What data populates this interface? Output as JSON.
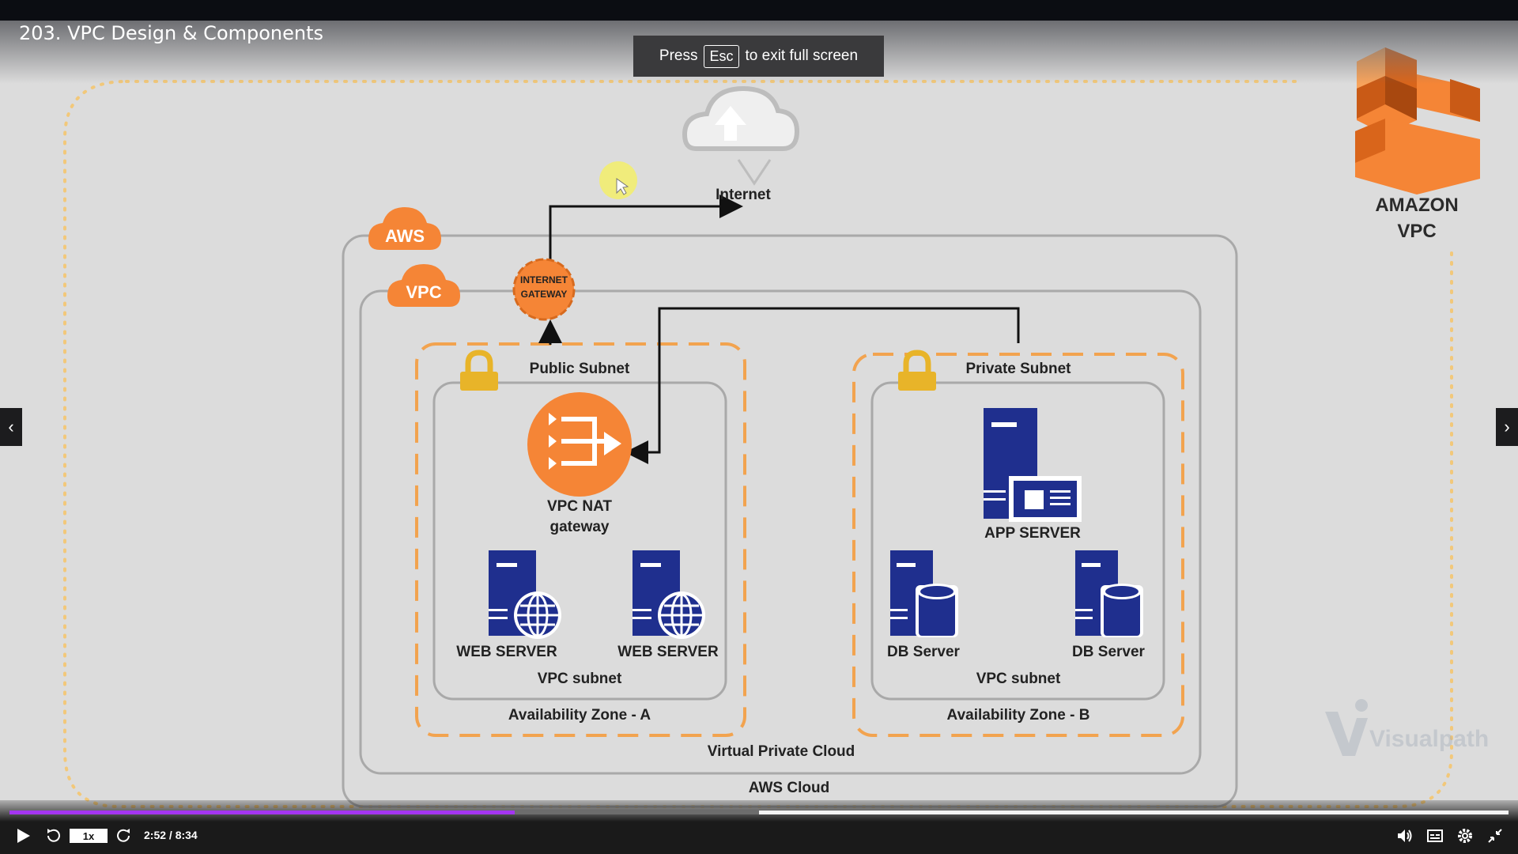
{
  "player": {
    "title": "203. VPC Design & Components",
    "fullscreen_toast": {
      "before": "Press",
      "key": "Esc",
      "after": "to exit full screen"
    },
    "prev_arrow": "‹",
    "next_arrow": "›",
    "playback_rate": "1x",
    "time": "2:52 / 8:34",
    "progress_played_fraction": 0.337,
    "progress_buffered_fraction": 0.5,
    "accent_color": "#a435f0"
  },
  "diagram": {
    "internet_label": "Internet",
    "aws_badge": "AWS",
    "vpc_badge": "VPC",
    "igw_label_line1": "INTERNET",
    "igw_label_line2": "GATEWAY",
    "public_subnet": "Public Subnet",
    "private_subnet": "Private Subnet",
    "nat_label_line1": "VPC NAT",
    "nat_label_line2": "gateway",
    "web_server_1": "WEB SERVER",
    "web_server_2": "WEB SERVER",
    "app_server": "APP SERVER",
    "db_server_1": "DB Server",
    "db_server_2": "DB Server",
    "vpc_subnet_a": "VPC subnet",
    "vpc_subnet_b": "VPC subnet",
    "az_a": "Availability Zone - A",
    "az_b": "Availability Zone - B",
    "virtual_private_cloud": "Virtual Private Cloud",
    "aws_cloud": "AWS Cloud",
    "brand_line1": "AMAZON",
    "brand_line2": "VPC",
    "watermark": "Visualpath",
    "colors": {
      "orange": "#f58536",
      "navy": "#1f2f8e",
      "lock": "#e8b429"
    }
  }
}
